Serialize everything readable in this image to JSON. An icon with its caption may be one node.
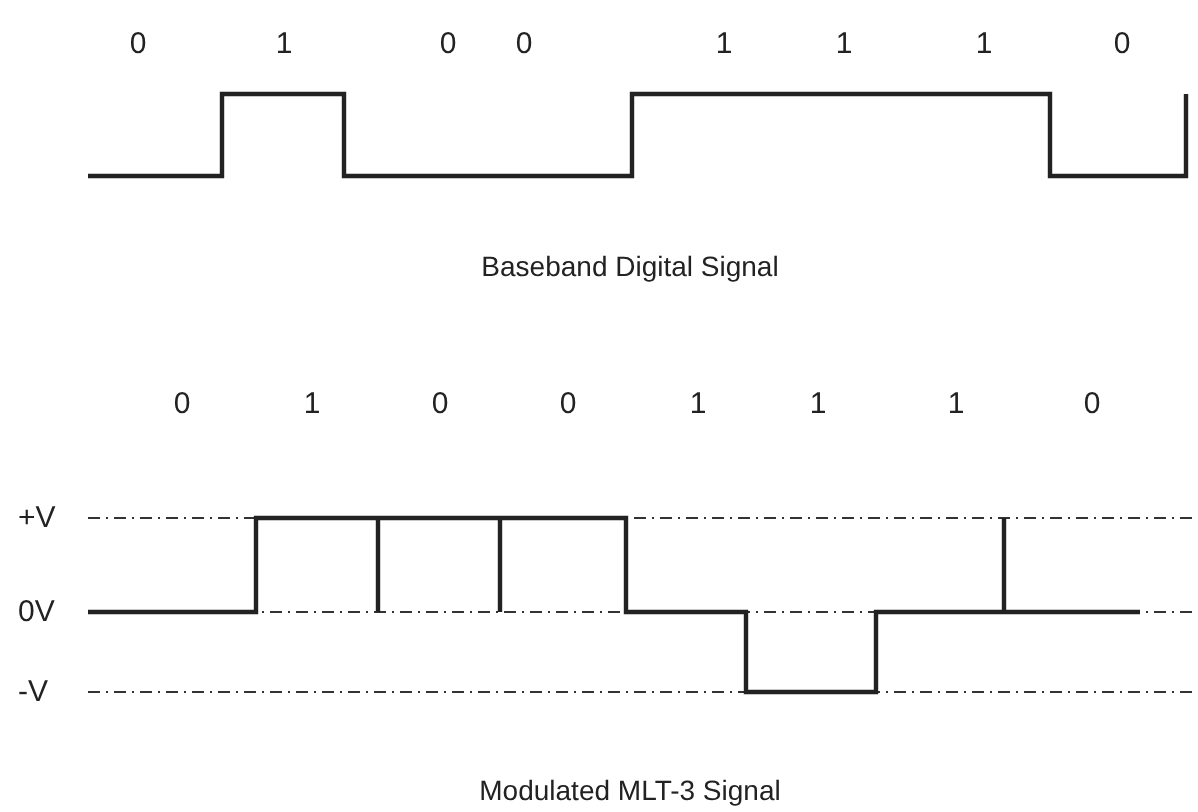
{
  "diagram": {
    "labels": [
      "0",
      "1",
      "0",
      "0",
      "1",
      "1",
      "1",
      "0",
      "Baseband Digital Signal",
      "0",
      "1",
      "0",
      "0",
      "1",
      "1",
      "1",
      "0",
      "+V",
      "0V",
      "-V",
      "Modulated MLT-3 Signal"
    ]
  }
}
